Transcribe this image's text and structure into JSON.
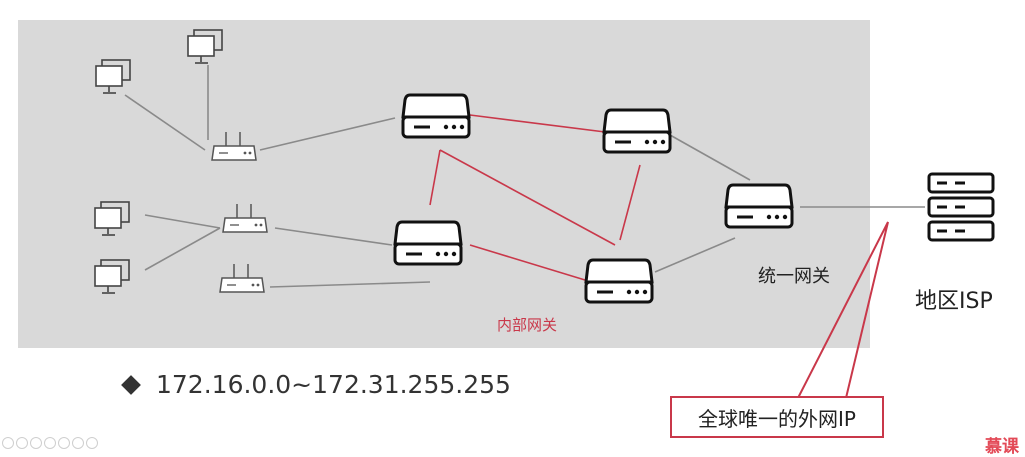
{
  "labels": {
    "internal_gateway": "内部网关",
    "unified_gateway": "统一网关",
    "regional_isp": "地区ISP",
    "ip_range": "172.16.0.0~172.31.255.255",
    "callout": "全球唯一的外网IP"
  },
  "logo_text": "慕课",
  "colors": {
    "panel_bg": "#d9d9d9",
    "red_link": "#c9384a",
    "gray_link": "#8a8a8a",
    "device": "#111111"
  },
  "icons": [
    "monitor-icon",
    "router-icon",
    "switch-icon",
    "server-icon"
  ]
}
